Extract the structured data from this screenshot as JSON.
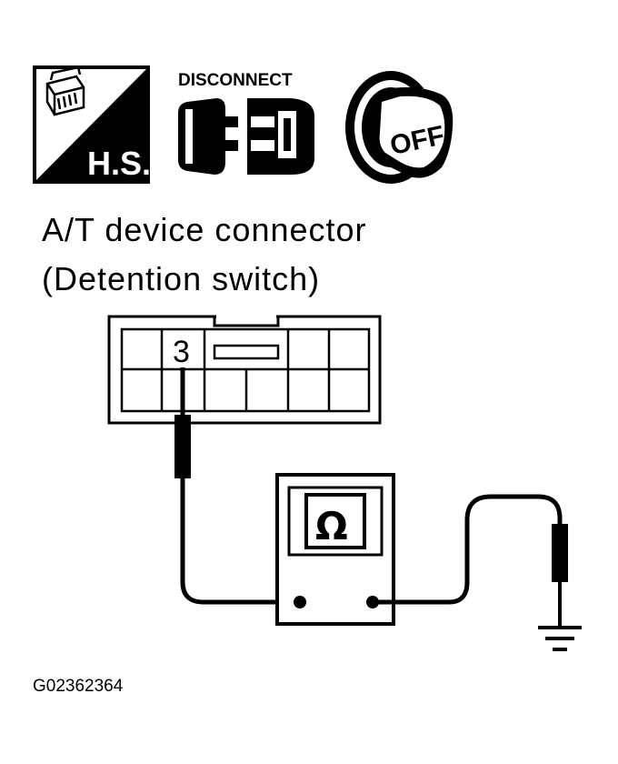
{
  "icons": {
    "harness_side": {
      "name": "harness-side-icon",
      "label": "H.S."
    },
    "disconnect": {
      "name": "disconnect-connector-icon",
      "label": "DISCONNECT"
    },
    "ignition": {
      "name": "ignition-key-off-icon",
      "label": "OFF"
    }
  },
  "title": {
    "line1": "A/T device connector",
    "line2": "(Detention switch)"
  },
  "connector": {
    "terminal_label": "3"
  },
  "meter": {
    "symbol": "Ω",
    "icon": "ohmmeter-icon"
  },
  "ground": {
    "icon": "ground-symbol-icon"
  },
  "figure_id": "G02362364",
  "colors": {
    "ink": "#000000",
    "paper": "#ffffff"
  }
}
